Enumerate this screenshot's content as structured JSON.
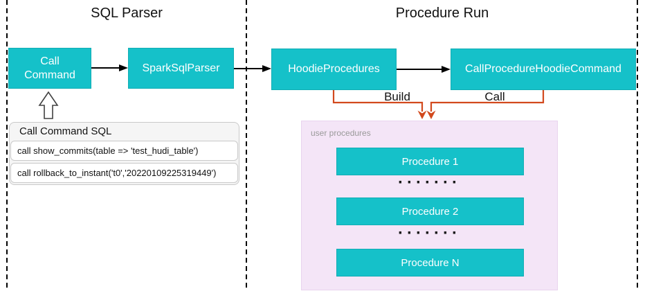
{
  "colors": {
    "teal": "#15C1C9",
    "teal_border": "#10adb4",
    "orange": "#D2491D",
    "purple_bg": "#F4E5F7",
    "purple_border": "#E9D3EE",
    "gray_label": "#999999"
  },
  "sections": {
    "left": {
      "title": "SQL Parser"
    },
    "right": {
      "title": "Procedure Run"
    }
  },
  "nodes": {
    "call_command": "Call Command",
    "spark_sql_parser": "SparkSqlParser",
    "hoodie_procedures": "HoodieProcedures",
    "call_procedure_hoodie_command": "CallProcedureHoodieCommand"
  },
  "sql_box": {
    "title": "Call Command SQL",
    "rows": [
      "call show_commits(table => 'test_hudi_table')",
      "call rollback_to_instant('t0','20220109225319449')"
    ]
  },
  "edges": {
    "build_label": "Build",
    "call_label": "Call"
  },
  "procedures_panel": {
    "label": "user procedures",
    "items": [
      "Procedure 1",
      "Procedure 2",
      "Procedure N"
    ],
    "dots": "·······"
  }
}
